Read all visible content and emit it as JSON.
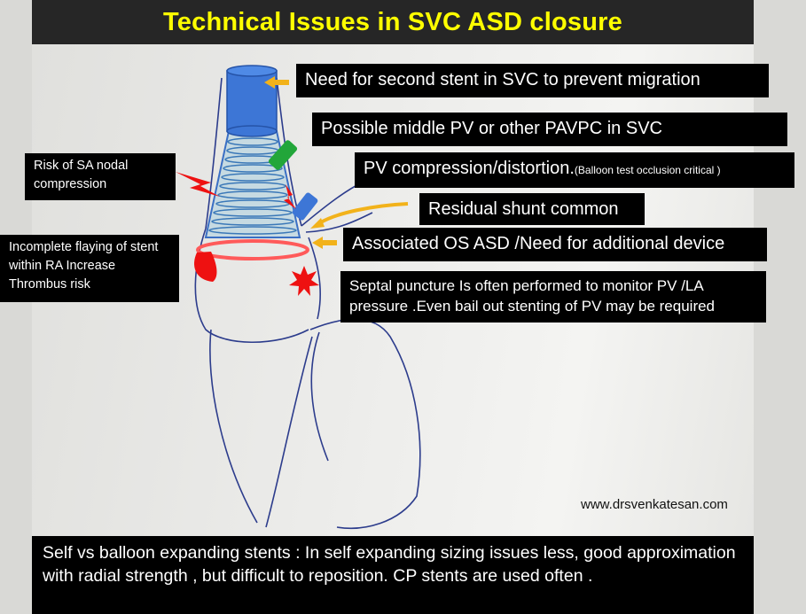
{
  "title": "Technical Issues in SVC ASD closure",
  "annotations": {
    "second_stent": "Need for second stent in SVC to prevent migration",
    "middle_pv": "Possible middle PV or other PAVPC in SVC",
    "pv_compression": "PV compression/distortion.",
    "pv_compression_note": "(Balloon test occlusion critical )",
    "residual_shunt": "Residual shunt common",
    "os_asd": "Associated OS ASD /Need for additional device",
    "septal_puncture": "Septal puncture Is often performed to monitor PV /LA pressure .Even bail out stenting of PV may be required",
    "sa_nodal": "Risk of SA nodal compression",
    "incomplete_flaying": "Incomplete flaying of stent within RA Increase Thrombus risk"
  },
  "website": "www.drsvenkatesan.com",
  "footer": "Self vs balloon expanding stents : In self expanding sizing issues less, good approximation with radial strength , but difficult to  reposition. CP stents are used often .",
  "colors": {
    "title_text": "#ffff00",
    "stent": "#3a6fc4",
    "pv_green": "#22a63a",
    "arrow": "#f2b21a",
    "danger_red": "#ee1111"
  }
}
